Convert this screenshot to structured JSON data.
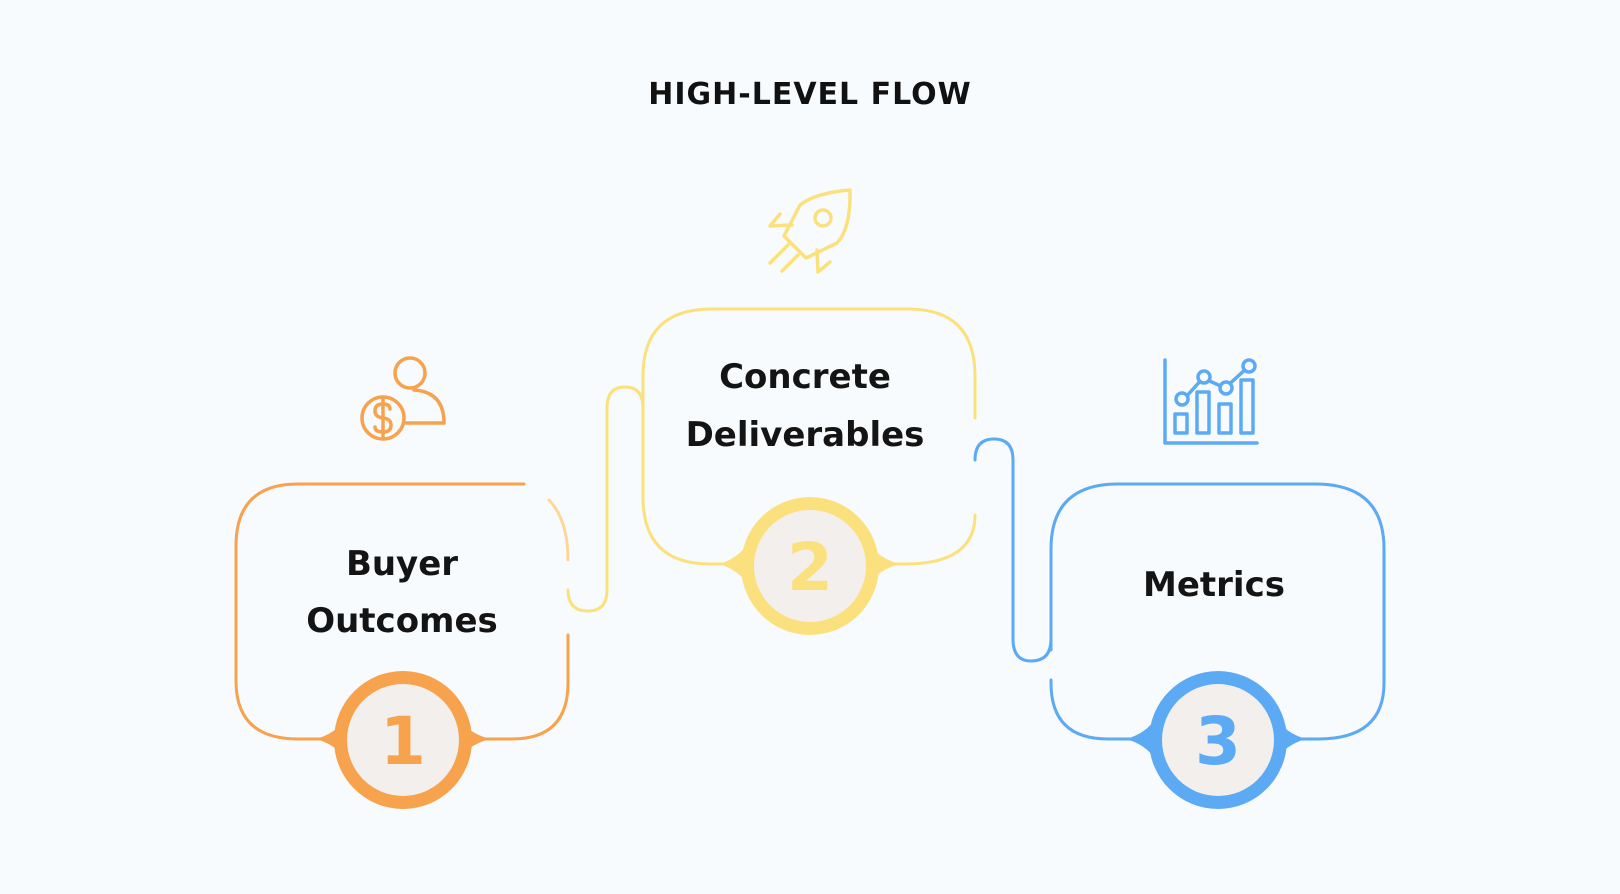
{
  "title": "HIGH-LEVEL FLOW",
  "steps": [
    {
      "number": "1",
      "label_lines": [
        "Buyer",
        "Outcomes"
      ],
      "icon": "person-dollar-icon",
      "color": "#f7a24d"
    },
    {
      "number": "2",
      "label_lines": [
        "Concrete",
        "Deliverables"
      ],
      "icon": "rocket-icon",
      "color": "#fbe17d"
    },
    {
      "number": "3",
      "label_lines": [
        "Metrics"
      ],
      "icon": "bar-chart-icon",
      "color": "#5daaf4"
    }
  ]
}
